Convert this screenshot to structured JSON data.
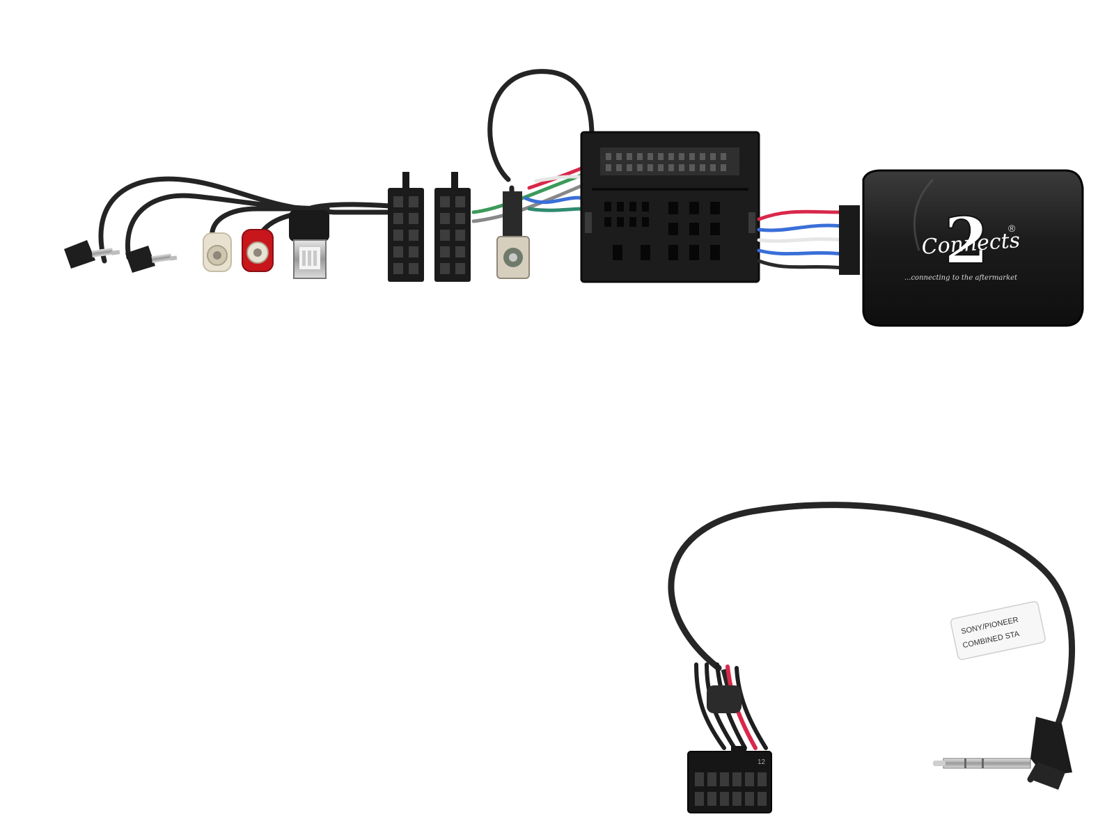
{
  "scene": {
    "background": "#ffffff",
    "colors": {
      "plastic": "#1b1b1b",
      "plastic_light": "#3a3a3a",
      "cable": "#2a2a2a",
      "rca_red": "#c8161d",
      "rca_white": "#ece6d4",
      "wire_blue": "#3a6fd8",
      "wire_green": "#3c9a5a",
      "wire_red": "#d9284a",
      "metal": "#b9b9b9"
    }
  },
  "interface_box": {
    "logo": "Connects",
    "logo_number": "2",
    "registered_mark": "®",
    "tagline": "...connecting to the aftermarket"
  },
  "patch_lead": {
    "label_line1": "SONY/PIONEER",
    "label_line2": "COMBINED STA",
    "pin_marker": "12"
  }
}
